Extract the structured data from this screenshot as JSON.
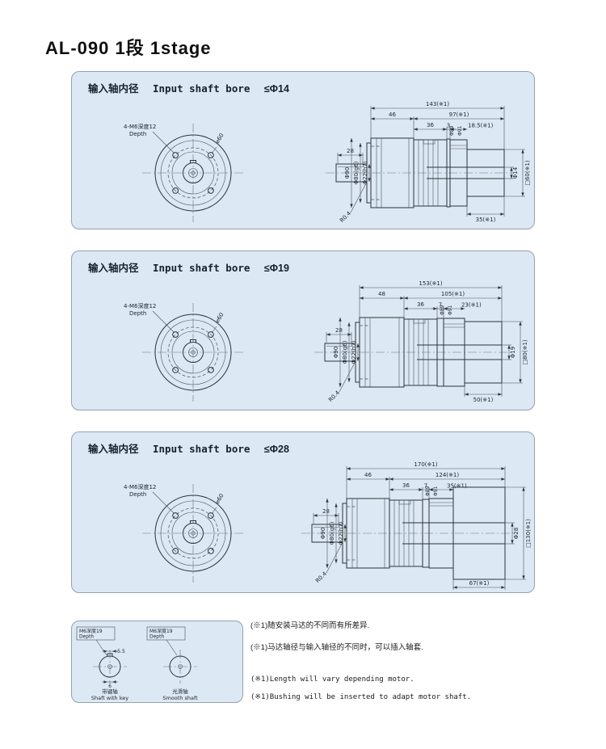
{
  "page_title": "AL-090  1段  1stage",
  "panels": [
    {
      "header_cn": "输入轴内径",
      "header_en": "Input shaft bore",
      "bore_limit": "≤Φ14",
      "front_view": {
        "bolt_note": "4-M6深度12",
        "depth_label": "Depth",
        "bolt_circle": "⌀60"
      },
      "dims": {
        "overall": "143(※1)",
        "seg1": "46",
        "seg2": "97(※1)",
        "sub1": "36",
        "sub2": "3",
        "shaft_len": "28",
        "plate_thk": "18.5(※1)",
        "motor_len": "35(※1)",
        "bore_dia": "Φ14",
        "flange_sq": "□60(※1)",
        "body_dia": "Φ90",
        "pilot_dia": "Φ80(g6)",
        "shaft_dia": "Φ22(h7)",
        "ring_dia1": "Φ89",
        "ring_dia2": "Φ91",
        "fillet": "R0.4"
      }
    },
    {
      "header_cn": "输入轴内径",
      "header_en": "Input shaft bore",
      "bore_limit": "≤Φ19",
      "front_view": {
        "bolt_note": "4-M6深度12",
        "depth_label": "Depth",
        "bolt_circle": "⌀60"
      },
      "dims": {
        "overall": "153(※1)",
        "seg1": "48",
        "seg2": "105(※1)",
        "sub1": "36",
        "sub2": "7",
        "shaft_len": "28",
        "plate_thk": "23(※1)",
        "motor_len": "50(※1)",
        "bore_dia": "Φ19",
        "flange_sq": "□80(※1)",
        "body_dia": "Φ90",
        "pilot_dia": "Φ80(g6)",
        "shaft_dia": "Φ22(h7)",
        "ring_dia1": "Φ89",
        "ring_dia2": "Φ91",
        "fillet": "R0.4"
      }
    },
    {
      "header_cn": "输入轴内径",
      "header_en": "Input shaft bore",
      "bore_limit": "≤Φ28",
      "front_view": {
        "bolt_note": "4-M6深度12",
        "depth_label": "Depth",
        "bolt_circle": "⌀60"
      },
      "dims": {
        "overall": "170(※1)",
        "seg1": "46",
        "seg2": "124(※1)",
        "sub1": "36",
        "sub2": "7",
        "shaft_len": "28",
        "plate_thk": "35(※1)",
        "motor_len": "67(※1)",
        "bore_dia": "Φ28",
        "flange_sq": "□130(※1)",
        "body_dia": "Φ90",
        "pilot_dia": "Φ80(g6)",
        "shaft_dia": "Φ22(h7)",
        "ring_dia1": "Φ89",
        "ring_dia2": "Φ91",
        "fillet": "R0.4"
      }
    }
  ],
  "shaft_types": {
    "left": {
      "note": "M6深度19",
      "depth_label": "Depth",
      "dim_width": "5.5",
      "dim_height": "6",
      "caption_cn": "带键轴",
      "caption_en": "Shaft with key"
    },
    "right": {
      "note": "M6深度19",
      "depth_label": "Depth",
      "caption_cn": "光滑轴",
      "caption_en": "Smooth shaft"
    }
  },
  "notes": {
    "cn1": "(※1)随安装马达的不同而有所差异.",
    "cn2": "(※1)马达轴径与输入轴径的不同时，可以插入轴套.",
    "en1": "(※1)Length will vary depending motor.",
    "en2": "(※1)Bushing will be inserted to adapt motor shaft."
  }
}
